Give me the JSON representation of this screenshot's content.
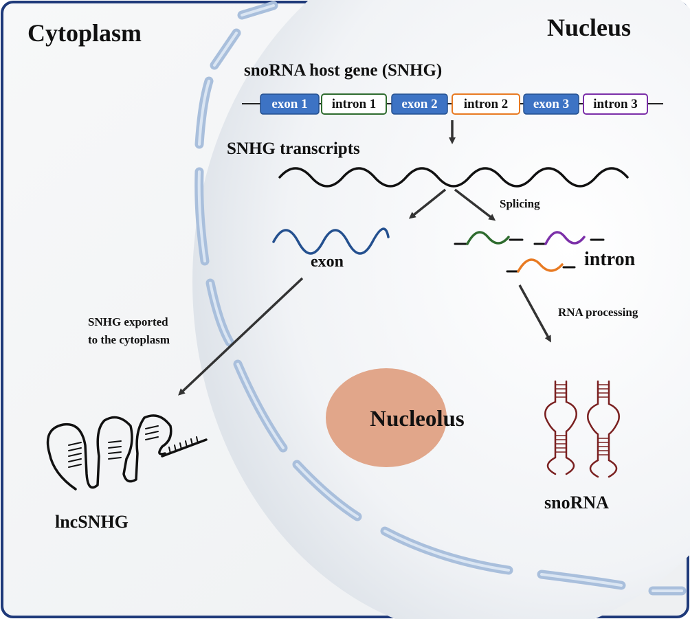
{
  "regions": {
    "cytoplasm": "Cytoplasm",
    "nucleus": "Nucleus",
    "nucleolus": "Nucleolus"
  },
  "gene": {
    "title": "snoRNA host gene (SNHG)",
    "segments": [
      {
        "label": "exon 1",
        "kind": "exon",
        "color": "#3d73c4"
      },
      {
        "label": "intron 1",
        "kind": "intron",
        "color": "#2e6b2e"
      },
      {
        "label": "exon 2",
        "kind": "exon",
        "color": "#3d73c4"
      },
      {
        "label": "intron 2",
        "kind": "intron",
        "color": "#e87a22"
      },
      {
        "label": "exon 3",
        "kind": "exon",
        "color": "#3d73c4"
      },
      {
        "label": "intron 3",
        "kind": "intron",
        "color": "#7b2fa8"
      }
    ]
  },
  "transcripts_label": "SNHG transcripts",
  "splicing_label": "Splicing",
  "exon_label": "exon",
  "intron_label": "intron",
  "rna_processing_label": "RNA processing",
  "export_label": [
    "SNHG exported",
    "to the cytoplasm"
  ],
  "lncsnhg_label": "lncSNHG",
  "snorna_label": "snoRNA",
  "colors": {
    "frame": "#1f3a7a",
    "exon_wave": "#24508f",
    "intron_green": "#2e6b2e",
    "intron_purple": "#7b2fa8",
    "intron_orange": "#e87a22",
    "nucleolus": "#e1a68a",
    "snorna": "#7a2020",
    "envelope": "#a9bfdc"
  }
}
